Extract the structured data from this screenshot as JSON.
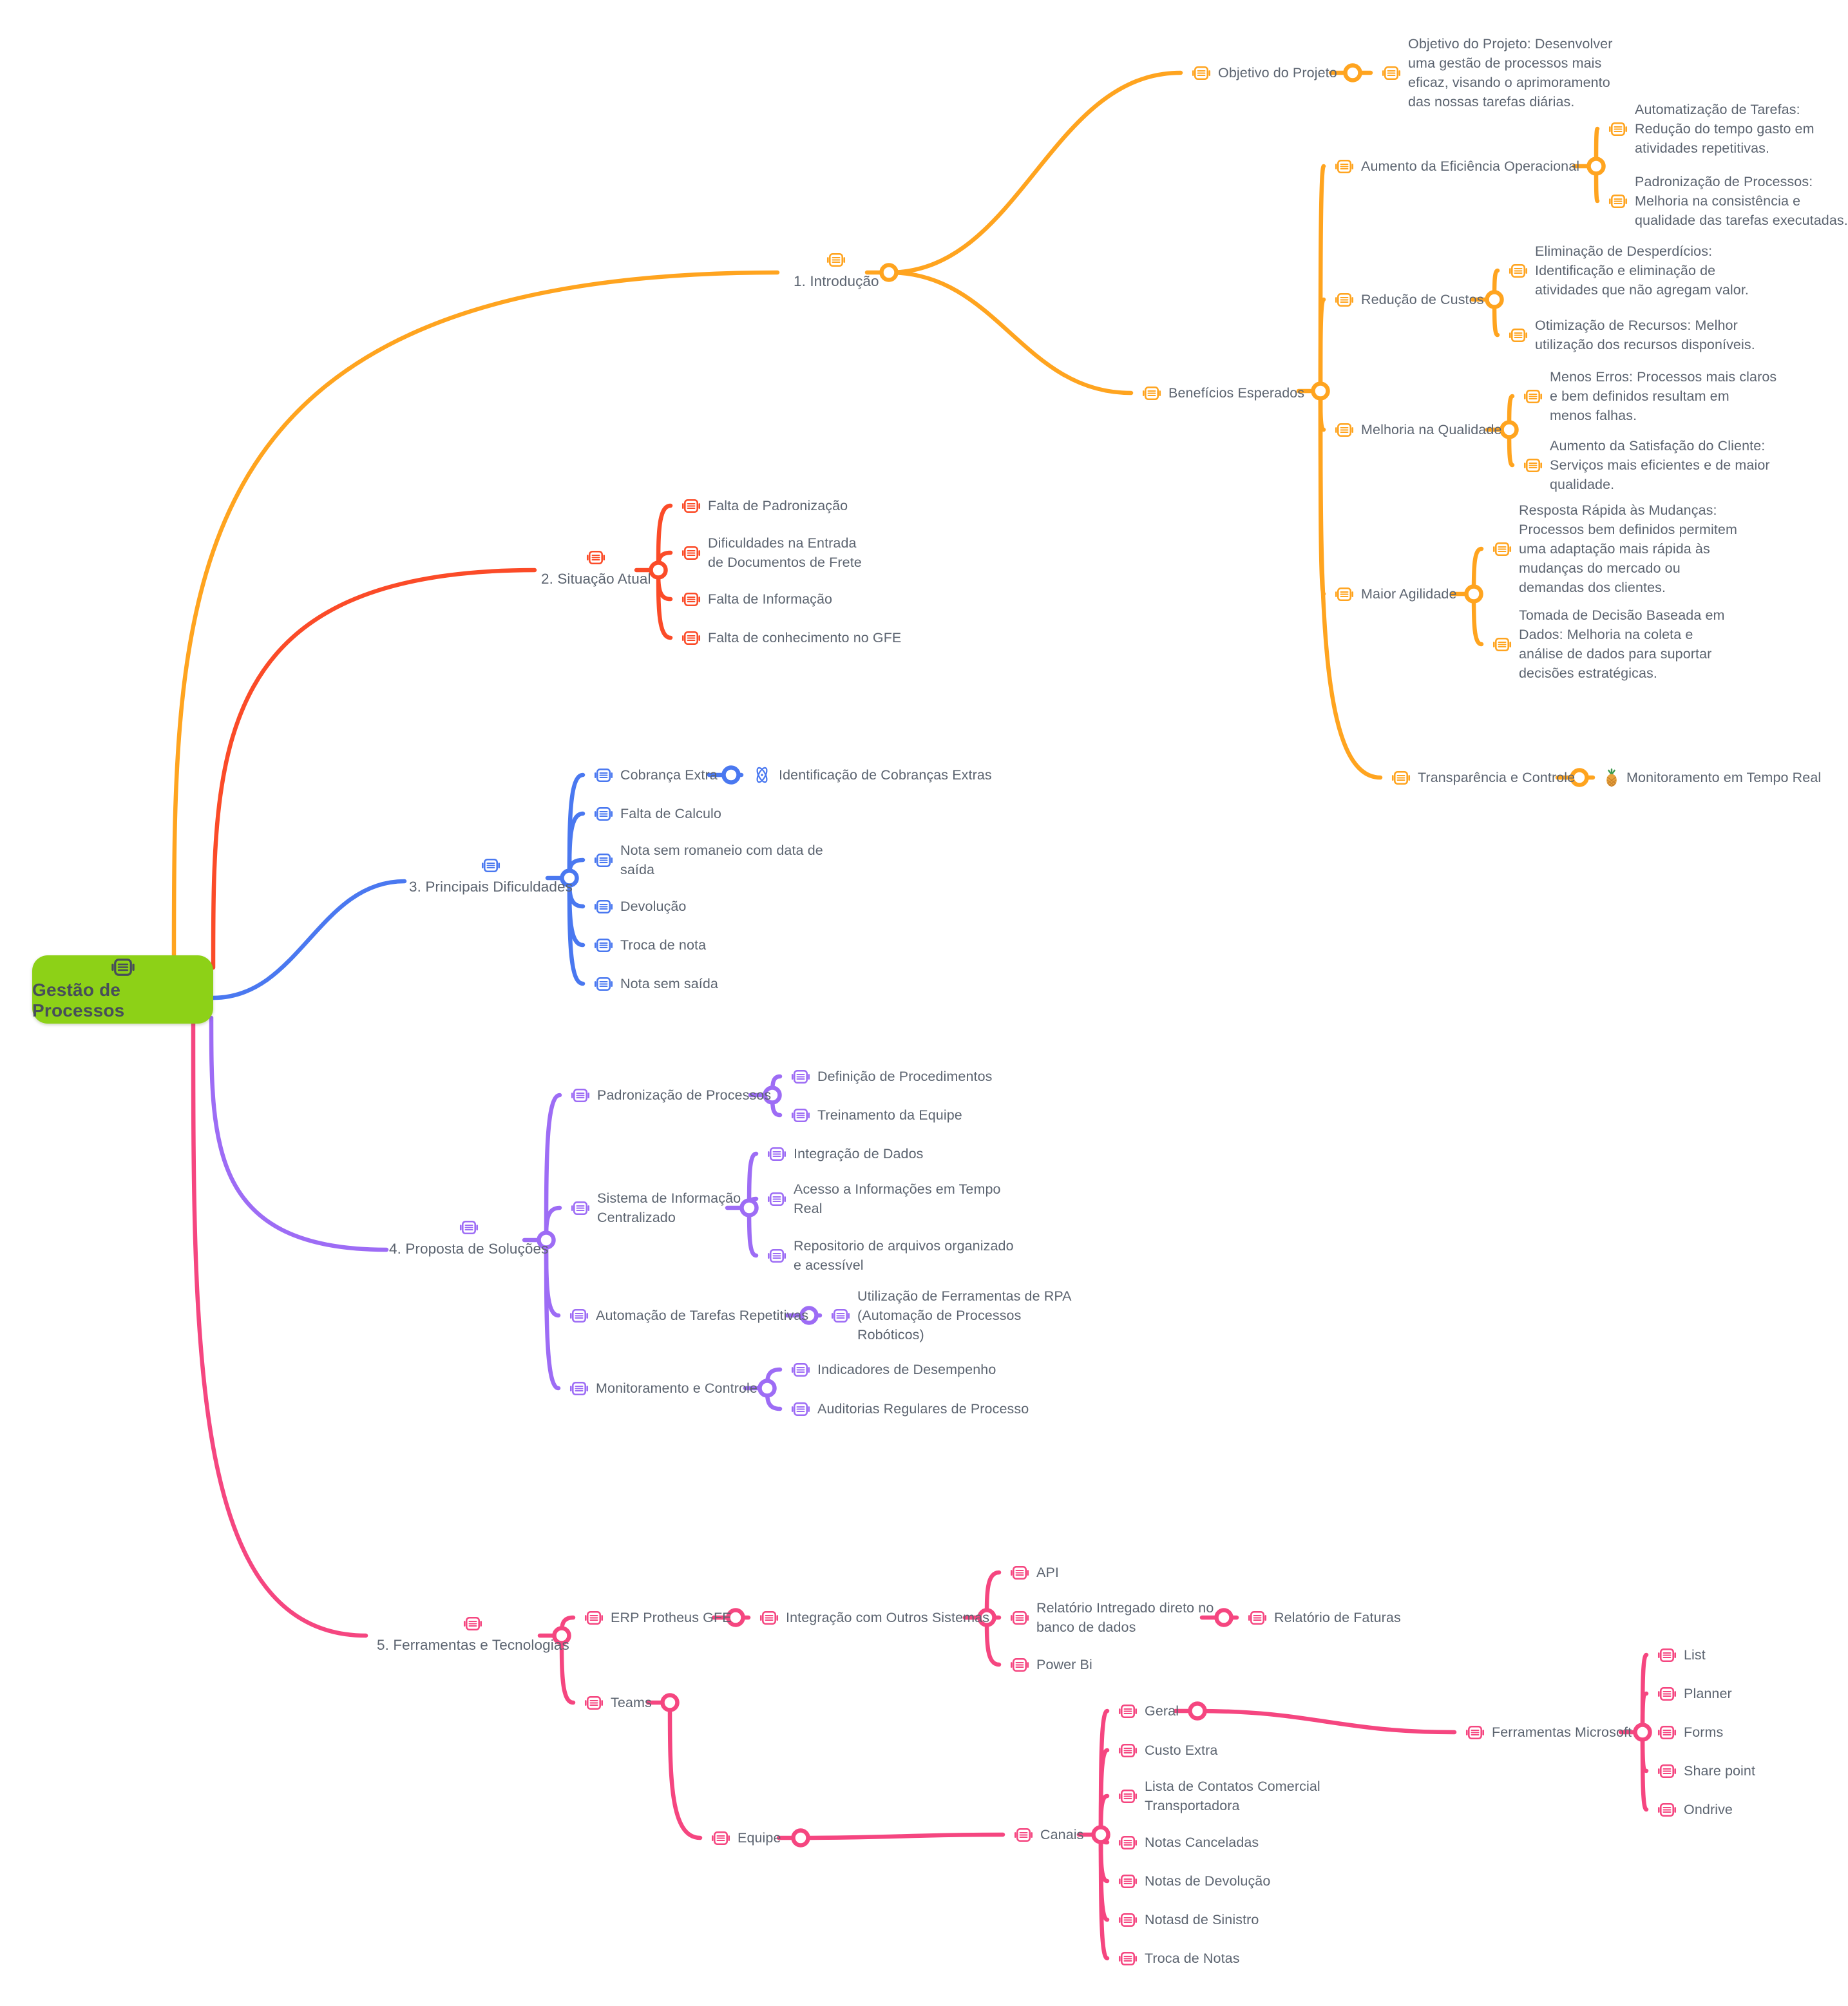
{
  "root": {
    "label": "Gestão de Processos"
  },
  "colors": {
    "root_bg": "#8DD117",
    "root_text": "#474E5A",
    "label_text": "#5C6470",
    "orange": "#FFA41F",
    "red": "#FB4B28",
    "blue": "#4A78F0",
    "purple": "#9D6CF5",
    "pink": "#F54680"
  },
  "nodes": {
    "intro": {
      "label": "1. Introdução",
      "branch": "orange",
      "icon": "card"
    },
    "objetivo": {
      "label": "Objetivo do Projeto",
      "branch": "orange",
      "icon": "card"
    },
    "objetivo_desc": {
      "label": "Objetivo do Projeto: Desenvolver\numa gestão de processos mais\neficaz, visando o aprimoramento\ndas nossas tarefas diárias.",
      "branch": "orange",
      "icon": "card"
    },
    "beneficios": {
      "label": "Benefícios Esperados",
      "branch": "orange",
      "icon": "card"
    },
    "efic": {
      "label": "Aumento da Eficiência Operacional",
      "branch": "orange",
      "icon": "card"
    },
    "efic_d1": {
      "label": "Automatização de Tarefas:\nRedução do tempo gasto em\natividades repetitivas.",
      "branch": "orange",
      "icon": "card"
    },
    "efic_d2": {
      "label": "Padronização de Processos:\nMelhoria na consistência e\nqualidade das tarefas executadas.",
      "branch": "orange",
      "icon": "card"
    },
    "custos": {
      "label": "Redução de Custos",
      "branch": "orange",
      "icon": "card"
    },
    "custos_d1": {
      "label": "Eliminação de Desperdícios:\nIdentificação e eliminação de\natividades que não agregam valor.",
      "branch": "orange",
      "icon": "card"
    },
    "custos_d2": {
      "label": "Otimização de Recursos: Melhor\nutilização dos recursos disponíveis.",
      "branch": "orange",
      "icon": "card"
    },
    "qualidade": {
      "label": "Melhoria na Qualidade",
      "branch": "orange",
      "icon": "card"
    },
    "qual_d1": {
      "label": "Menos Erros: Processos mais claros\ne bem definidos resultam em\nmenos falhas.",
      "branch": "orange",
      "icon": "card"
    },
    "qual_d2": {
      "label": "Aumento da Satisfação do Cliente:\nServiços mais eficientes e de maior\nqualidade.",
      "branch": "orange",
      "icon": "card"
    },
    "agilidade": {
      "label": "Maior Agilidade",
      "branch": "orange",
      "icon": "card"
    },
    "agil_d1": {
      "label": "Resposta Rápida às Mudanças:\nProcessos bem definidos permitem\numa adaptação mais rápida às\nmudanças do mercado ou\ndemandas dos clientes.",
      "branch": "orange",
      "icon": "card"
    },
    "agil_d2": {
      "label": "Tomada de Decisão Baseada em\nDados: Melhoria na coleta e\nanálise de dados para suportar\ndecisões estratégicas.",
      "branch": "orange",
      "icon": "card"
    },
    "transp": {
      "label": "Transparência e Controle",
      "branch": "orange",
      "icon": "card"
    },
    "monit_rt": {
      "label": "Monitoramento em Tempo Real",
      "branch": "orange",
      "icon": "pineapple"
    },
    "situacao": {
      "label": "2. Situação Atual",
      "branch": "red",
      "icon": "card"
    },
    "falta_padr": {
      "label": "Falta de Padronização",
      "branch": "red",
      "icon": "card"
    },
    "dif_entrada": {
      "label": "Dificuldades na Entrada\nde Documentos de Frete",
      "branch": "red",
      "icon": "card"
    },
    "falta_info": {
      "label": "Falta de Informação",
      "branch": "red",
      "icon": "card"
    },
    "falta_gfe": {
      "label": "Falta de conhecimento no GFE",
      "branch": "red",
      "icon": "card"
    },
    "dificuldades": {
      "label": "3. Principais Dificuldades",
      "branch": "blue",
      "icon": "card"
    },
    "cobranca": {
      "label": "Cobrança Extra",
      "branch": "blue",
      "icon": "card"
    },
    "ident_cobr": {
      "label": "Identificação de Cobranças Extras",
      "branch": "blue",
      "icon": "atom"
    },
    "falta_calc": {
      "label": "Falta de Calculo",
      "branch": "blue",
      "icon": "card"
    },
    "nota_rom": {
      "label": "Nota sem romaneio com data de\nsaída",
      "branch": "blue",
      "icon": "card"
    },
    "devolucao": {
      "label": "Devolução",
      "branch": "blue",
      "icon": "card"
    },
    "troca_nota": {
      "label": "Troca de nota",
      "branch": "blue",
      "icon": "card"
    },
    "nota_saida": {
      "label": "Nota sem saída",
      "branch": "blue",
      "icon": "card"
    },
    "proposta": {
      "label": "4. Proposta de Soluções",
      "branch": "purple",
      "icon": "card"
    },
    "padr_proc": {
      "label": "Padronização de Processos",
      "branch": "purple",
      "icon": "card"
    },
    "def_proc": {
      "label": "Definição de Procedimentos",
      "branch": "purple",
      "icon": "card"
    },
    "trein": {
      "label": "Treinamento da Equipe",
      "branch": "purple",
      "icon": "card"
    },
    "sic": {
      "label": "Sistema de Informação\nCentralizado",
      "branch": "purple",
      "icon": "card"
    },
    "integr_dados": {
      "label": "Integração de Dados",
      "branch": "purple",
      "icon": "card"
    },
    "acesso_info": {
      "label": "Acesso a Informações em Tempo\nReal",
      "branch": "purple",
      "icon": "card"
    },
    "repo": {
      "label": "Repositorio de arquivos organizado\ne acessível",
      "branch": "purple",
      "icon": "card"
    },
    "autom": {
      "label": "Automação de Tarefas Repetitivas",
      "branch": "purple",
      "icon": "card"
    },
    "autom_desc": {
      "label": "Utilização de Ferramentas de RPA\n(Automação de Processos\nRobóticos)",
      "branch": "purple",
      "icon": "card"
    },
    "monit_ctrl": {
      "label": "Monitoramento e Controle",
      "branch": "purple",
      "icon": "card"
    },
    "indicadores": {
      "label": "Indicadores de Desempenho",
      "branch": "purple",
      "icon": "card"
    },
    "auditorias": {
      "label": "Auditorias Regulares de Processo",
      "branch": "purple",
      "icon": "card"
    },
    "ferramentas": {
      "label": "5. Ferramentas e Tecnologias",
      "branch": "pink",
      "icon": "card"
    },
    "erp": {
      "label": "ERP Protheus GFE",
      "branch": "pink",
      "icon": "card"
    },
    "integr_sist": {
      "label": "Integração com Outros Sistemas",
      "branch": "pink",
      "icon": "card"
    },
    "api": {
      "label": "API",
      "branch": "pink",
      "icon": "card"
    },
    "rel_bd": {
      "label": "Relatório Intregado direto no\nbanco de dados",
      "branch": "pink",
      "icon": "card"
    },
    "rel_faturas": {
      "label": "Relatório de Faturas",
      "branch": "pink",
      "icon": "card"
    },
    "powerbi": {
      "label": "Power Bi",
      "branch": "pink",
      "icon": "card"
    },
    "teams": {
      "label": "Teams",
      "branch": "pink",
      "icon": "card"
    },
    "equipe": {
      "label": "Equipe",
      "branch": "pink",
      "icon": "card"
    },
    "canais": {
      "label": "Canais",
      "branch": "pink",
      "icon": "card"
    },
    "geral": {
      "label": "Geral",
      "branch": "pink",
      "icon": "card"
    },
    "ferr_ms": {
      "label": "Ferramentas Microsoft",
      "branch": "pink",
      "icon": "card"
    },
    "ms_list": {
      "label": "List",
      "branch": "pink",
      "icon": "card"
    },
    "ms_planner": {
      "label": "Planner",
      "branch": "pink",
      "icon": "card"
    },
    "ms_forms": {
      "label": "Forms",
      "branch": "pink",
      "icon": "card"
    },
    "ms_share": {
      "label": "Share point",
      "branch": "pink",
      "icon": "card"
    },
    "ms_ondrive": {
      "label": "Ondrive",
      "branch": "pink",
      "icon": "card"
    },
    "custo_extra": {
      "label": "Custo Extra",
      "branch": "pink",
      "icon": "card"
    },
    "lista_cont": {
      "label": "Lista de Contatos Comercial\nTransportadora",
      "branch": "pink",
      "icon": "card"
    },
    "notas_canc": {
      "label": "Notas Canceladas",
      "branch": "pink",
      "icon": "card"
    },
    "notas_dev": {
      "label": "Notas de Devolução",
      "branch": "pink",
      "icon": "card"
    },
    "notas_sin": {
      "label": "Notasd de Sinistro",
      "branch": "pink",
      "icon": "card"
    },
    "troca_notas": {
      "label": "Troca de Notas",
      "branch": "pink",
      "icon": "card"
    }
  }
}
